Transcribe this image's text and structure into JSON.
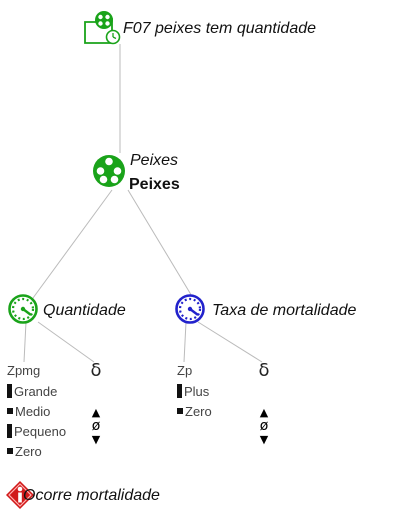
{
  "root": {
    "label": "F07 peixes tem quantidade",
    "icon": "process-icon"
  },
  "entity": {
    "label_italic": "Peixes",
    "label_bold": "Peixes",
    "icon": "entity-icon",
    "color": "#1aa31a"
  },
  "quantities": [
    {
      "name": "Quantidade",
      "icon": "quantity-gauge-icon",
      "color": "#1aa31a",
      "qspace_name": "Zpmg",
      "values": [
        "Grande",
        "Medio",
        "Pequeno",
        "Zero"
      ],
      "derivative_symbol": "δ",
      "derivative_value": "ø"
    },
    {
      "name": "Taxa de mortalidade",
      "icon": "quantity-gauge-icon",
      "color": "#2222cc",
      "qspace_name": "Zp",
      "values": [
        "Plus",
        "Zero"
      ],
      "derivative_symbol": "δ",
      "derivative_value": "ø"
    }
  ],
  "agent": {
    "label": "Ocorre mortalidade",
    "icon": "agent-icon",
    "color": "#d11a1a"
  }
}
